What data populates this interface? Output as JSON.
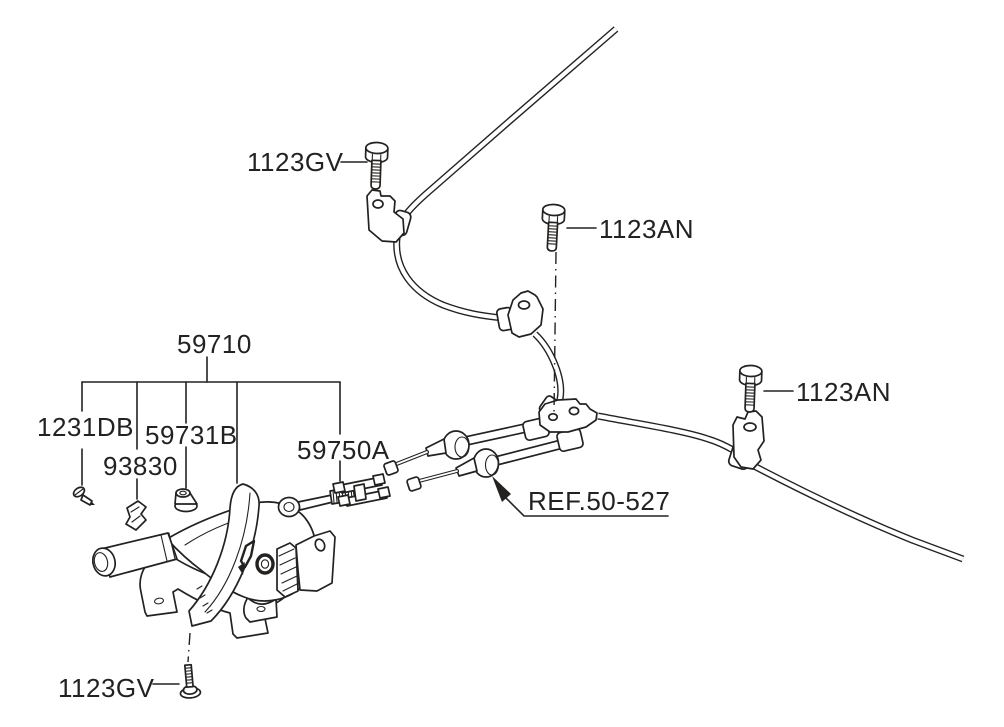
{
  "diagram": {
    "background_color": "#ffffff",
    "line_color": "#242220",
    "labels": {
      "bolt_top_left": "1123GV",
      "bolt_center": "1123AN",
      "bolt_right": "1123AN",
      "bolt_bottom": "1123GV",
      "lever_assembly": "59710",
      "screw": "1231DB",
      "clip": "93830",
      "bushing": "59731B",
      "adjuster": "59750A",
      "cable_reference": "REF.50-527"
    }
  }
}
